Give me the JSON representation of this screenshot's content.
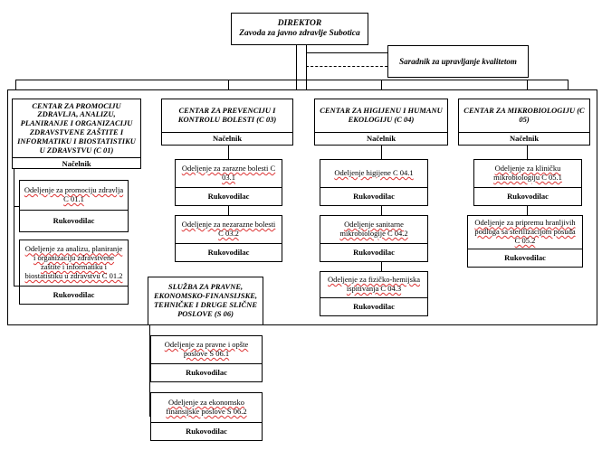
{
  "director": {
    "title": "DIREKTOR",
    "subtitle": "Zavoda za javno zdravlje Subotica"
  },
  "quality": "Saradnik za upravljanje kvalitetom",
  "centers": [
    {
      "title": "CENTAR ZA PROMOCIJU ZDRAVLJA, ANALIZU, PLANIRANJE I ORGANIZACIJU ZDRAVSTVENE ZAŠTITE I INFORMATIKU I BIOSTATISTIKU U ZDRAVSTVU (C 01)",
      "head": "Načelnik",
      "units": [
        {
          "name": "Odeljenje za promociju zdravlja C 01.1",
          "lead": "Rukovodilac"
        },
        {
          "name": "Odeljenje za analizu, planiranje i organizaciju zdravstvene zaštite i informatiku i biostatistiku u zdravstvu C 01.2",
          "lead": "Rukovodilac"
        }
      ]
    },
    {
      "title": "CENTAR ZA PREVENCIJU I KONTROLU BOLESTI (C 03)",
      "head": "Načelnik",
      "units": [
        {
          "name": "Odeljenje za zarazne bolesti C 03.1",
          "lead": "Rukovodilac"
        },
        {
          "name": "Odeljenje za nezarazne bolesti C 03.2",
          "lead": "Rukovodilac"
        }
      ]
    },
    {
      "title": "CENTAR ZA HIGIJENU I HUMANU EKOLOGIJU (C 04)",
      "head": "Načelnik",
      "units": [
        {
          "name": "Odeljenje higijene C 04.1",
          "lead": "Rukovodilac"
        },
        {
          "name": "Odeljenje sanitarne mikrobiologije C 04.2",
          "lead": "Rukovodilac"
        },
        {
          "name": "Odeljenje za fizičko-hemijska ispitivanja C 04.3",
          "lead": "Rukovodilac"
        }
      ]
    },
    {
      "title": "CENTAR ZA MIKROBIOLOGIJU (C 05)",
      "head": "Načelnik",
      "units": [
        {
          "name": "Odeljenje za kliničku mikrobiologiju C 05.1",
          "lead": "Rukovodilac"
        },
        {
          "name": "Odeljenje za pripremu hranljivih podloga sa sterilizacijom posuđa C 05.2",
          "lead": "Rukovodilac"
        }
      ]
    }
  ],
  "service": {
    "title": "SLUŽBA ZA PRAVNE, EKONOMSKO-FINANSIJSKE, TEHNIČKE I DRUGE SLIČNE POSLOVE (S 06)",
    "units": [
      {
        "name": "Odeljenje za pravne i opšte poslove S 06.1",
        "lead": "Rukovodilac"
      },
      {
        "name": "Odeljenje za ekonomsko finansijske poslove S 06.2",
        "lead": "Rukovodilac"
      }
    ]
  }
}
